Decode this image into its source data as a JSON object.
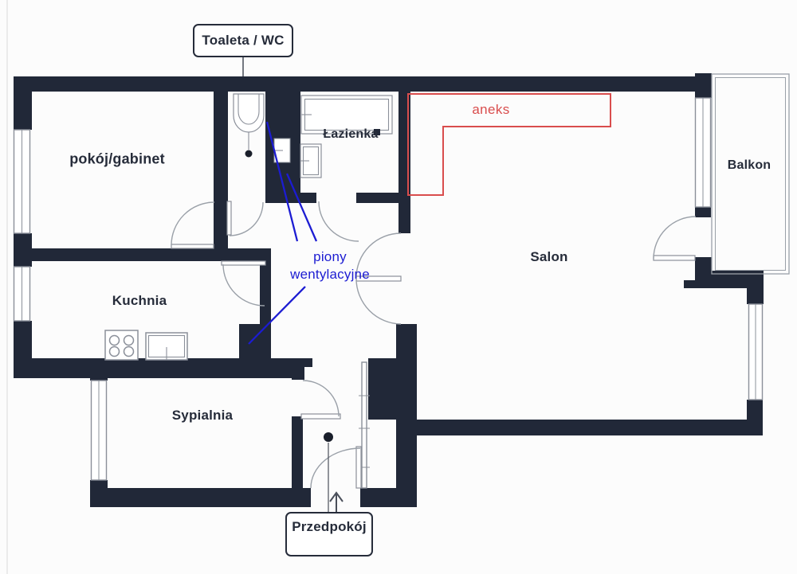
{
  "colors": {
    "wall": "#212838",
    "annex_red": "#d94d4d",
    "vent_blue": "#1c1cd2",
    "arc_gray": "#9aa0a8",
    "text_dark": "#262c3a",
    "background": "#fcfcfc"
  },
  "rooms": {
    "office": "pokój/gabinet",
    "bathroom": "Łazienka",
    "living_room": "Salon",
    "kitchen": "Kuchnia",
    "bedroom": "Sypialnia",
    "balcony": "Balkon"
  },
  "callouts": {
    "toilet": "Toaleta / WC",
    "hallway": "Przedpokój"
  },
  "annotations": {
    "annex": "aneks",
    "vents_line1": "piony",
    "vents_line2": "wentylacyjne"
  }
}
